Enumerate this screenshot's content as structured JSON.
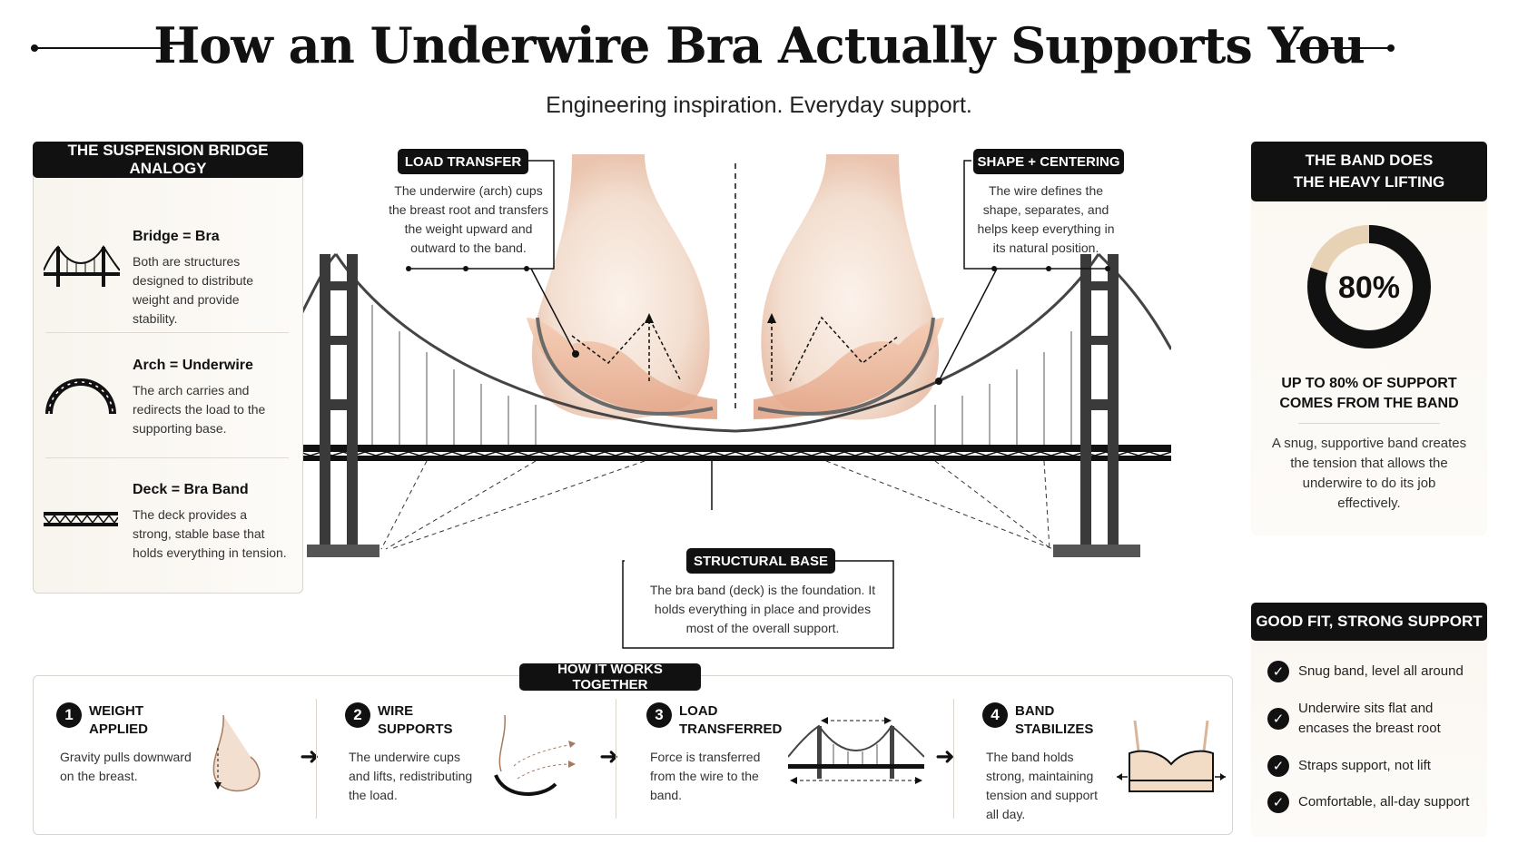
{
  "header": {
    "title": "How an Underwire Bra Actually Supports You",
    "subtitle": "Engineering inspiration. Everyday support."
  },
  "analogy": {
    "heading": "THE SUSPENSION BRIDGE ANALOGY",
    "items": [
      {
        "title": "Bridge = Bra",
        "text": "Both are structures designed to distribute weight and provide stability.",
        "icon": "bridge-icon"
      },
      {
        "title": "Arch = Underwire",
        "text": "The arch carries and redirects the load to the supporting base.",
        "icon": "arch-icon"
      },
      {
        "title": "Deck = Bra Band",
        "text": "The deck provides a strong, stable base that holds everything in tension.",
        "icon": "deck-icon"
      }
    ]
  },
  "callouts": {
    "load_transfer": {
      "label": "LOAD TRANSFER",
      "text": "The underwire (arch) cups the breast root and transfers the weight upward and outward to the band."
    },
    "shape_centering": {
      "label": "SHAPE + CENTERING",
      "text": "The wire defines the shape, separates, and helps keep everything in its natural position."
    },
    "structural_base": {
      "label": "STRUCTURAL BASE",
      "text": "The bra band (deck) is the foundation. It holds everything in place and provides most of the overall support."
    }
  },
  "band": {
    "heading_line1": "THE BAND DOES",
    "heading_line2": "THE HEAVY LIFTING",
    "percent": 0.8,
    "percent_label": "80%",
    "label_line1": "UP TO 80% OF SUPPORT",
    "label_line2": "COMES FROM THE BAND",
    "text": "A snug, supportive band creates the tension that allows the underwire to do its job effectively.",
    "colors": {
      "fill": "#111111",
      "rest": "#e8d2b6"
    }
  },
  "fit": {
    "heading": "GOOD FIT, STRONG SUPPORT",
    "items": [
      "Snug band, level all around",
      "Underwire sits flat and encases the breast root",
      "Straps support, not lift",
      "Comfortable, all-day support"
    ]
  },
  "steps": {
    "heading": "HOW IT WORKS TOGETHER",
    "items": [
      {
        "num": "1",
        "title_line1": "WEIGHT",
        "title_line2": "APPLIED",
        "text": "Gravity pulls downward on the breast."
      },
      {
        "num": "2",
        "title_line1": "WIRE",
        "title_line2": "SUPPORTS",
        "text": "The underwire cups and lifts, redistributing the load."
      },
      {
        "num": "3",
        "title_line1": "LOAD",
        "title_line2": "TRANSFERRED",
        "text": "Force is transferred from the wire to the band."
      },
      {
        "num": "4",
        "title_line1": "BAND",
        "title_line2": "STABILIZES",
        "text": "The band holds strong, maintaining tension and support all day."
      }
    ],
    "arrow": "➜"
  },
  "colors": {
    "ink": "#111111",
    "skin": "#efd3bf",
    "panel": "#f8f4ee",
    "steel": "#444444"
  }
}
